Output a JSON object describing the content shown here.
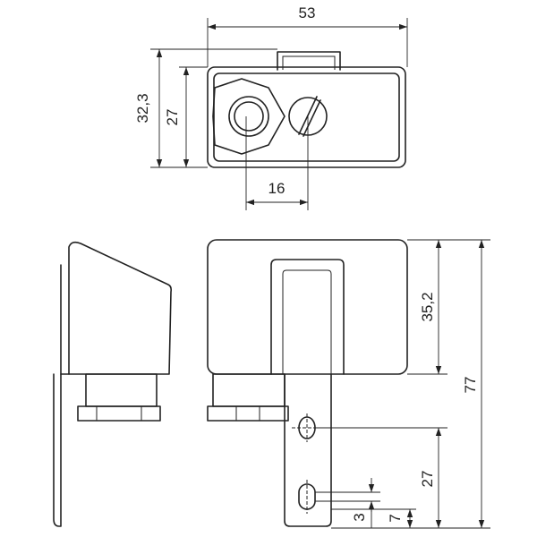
{
  "dimensions": {
    "top_width": "53",
    "top_height_outer": "32,3",
    "top_height_inner": "27",
    "hole_spacing": "16",
    "front_upper_height": "35,2",
    "overall_height": "77",
    "mount_hole_spacing": "27",
    "slot_length": "3",
    "slot_offset": "7"
  }
}
